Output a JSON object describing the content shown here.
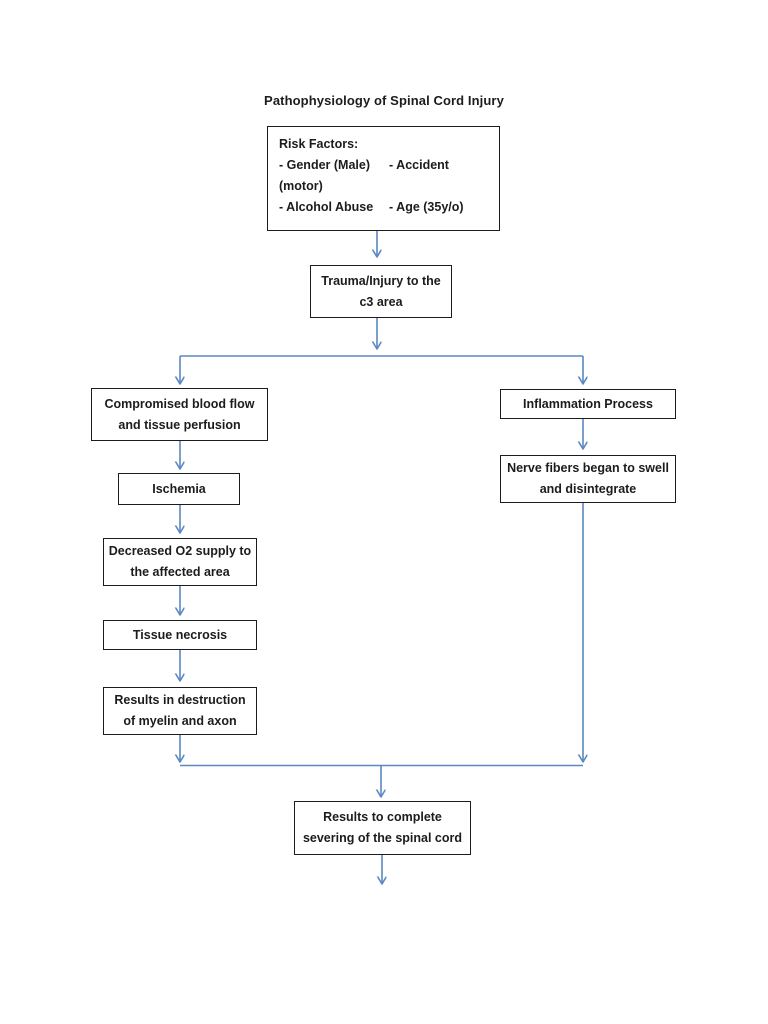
{
  "page": {
    "background": "#ffffff",
    "title": "Pathophysiology of Spinal Cord Injury"
  },
  "colors": {
    "connector_blue": "#5b88c2",
    "box_border": "#1c1c1c",
    "text": "#1c1c1c",
    "page_background": "#ffffff"
  },
  "flowchart": {
    "risk_factors": {
      "rows": [
        {
          "left": "Risk Factors:",
          "right": ""
        },
        {
          "left": "- Gender (Male)",
          "right": "- Accident"
        },
        {
          "left": "(motor)",
          "right": ""
        },
        {
          "left": "- Alcohol Abuse",
          "right": "- Age (35y/o)"
        }
      ]
    },
    "nodes": {
      "trauma": {
        "lines": [
          "Trauma/Injury to the",
          "c3 area"
        ]
      },
      "compromised": {
        "lines": [
          "Compromised blood flow",
          "and tissue perfusion"
        ]
      },
      "ischemia": {
        "lines": [
          "Ischemia"
        ]
      },
      "decreased": {
        "lines": [
          "Decreased O2 supply to",
          "the affected area"
        ]
      },
      "necrosis": {
        "lines": [
          "Tissue necrosis"
        ]
      },
      "destruction": {
        "lines": [
          "Results in destruction",
          "of myelin and axon"
        ]
      },
      "inflammation": {
        "lines": [
          "Inflammation Process"
        ]
      },
      "nerve": {
        "lines": [
          "Nerve fibers began to swell",
          "and disintegrate"
        ]
      },
      "severing": {
        "lines": [
          "Results to complete",
          "severing of the spinal cord"
        ]
      }
    },
    "edges": [
      {
        "from": "risk_factors",
        "to": "trauma"
      },
      {
        "from": "trauma",
        "to": "compromised"
      },
      {
        "from": "trauma",
        "to": "inflammation"
      },
      {
        "from": "compromised",
        "to": "ischemia"
      },
      {
        "from": "ischemia",
        "to": "decreased"
      },
      {
        "from": "decreased",
        "to": "necrosis"
      },
      {
        "from": "necrosis",
        "to": "destruction"
      },
      {
        "from": "inflammation",
        "to": "nerve"
      },
      {
        "from": "destruction",
        "to": "severing"
      },
      {
        "from": "nerve",
        "to": "severing"
      },
      {
        "from": "severing",
        "to": "continuation-below"
      }
    ]
  }
}
